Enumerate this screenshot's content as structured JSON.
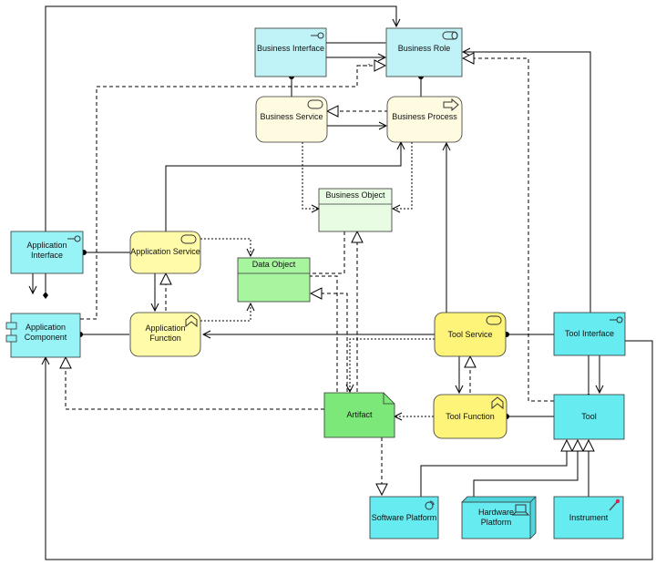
{
  "diagram": {
    "nodes": {
      "business_interface": {
        "label": [
          "Business Interface"
        ],
        "icon": "interface-icon",
        "fill": "#bff3f7"
      },
      "business_role": {
        "label": [
          "Business Role"
        ],
        "icon": "role-icon",
        "fill": "#bff3f7"
      },
      "business_service": {
        "label": [
          "Business Service"
        ],
        "icon": "service-icon",
        "fill": "#fffbe0"
      },
      "business_process": {
        "label": [
          "Business Process"
        ],
        "icon": "process-arrow-icon",
        "fill": "#fffbe0"
      },
      "business_object": {
        "label": [
          "Business Object"
        ],
        "icon": "",
        "fill": "#e8fbe3"
      },
      "application_interface": {
        "label": [
          "Application",
          "Interface"
        ],
        "icon": "interface-icon",
        "fill": "#98f3f7"
      },
      "application_component": {
        "label": [
          "Application",
          "Component"
        ],
        "icon": "component-icon",
        "fill": "#98f3f7"
      },
      "application_service": {
        "label": [
          "Application Service"
        ],
        "icon": "service-icon",
        "fill": "#fffba8"
      },
      "application_function": {
        "label": [
          "Application",
          "Function"
        ],
        "icon": "function-icon",
        "fill": "#fffba8"
      },
      "data_object": {
        "label": [
          "Data Object"
        ],
        "icon": "",
        "fill": "#a8f5a0"
      },
      "tool_service": {
        "label": [
          "Tool Service"
        ],
        "icon": "service-icon",
        "fill": "#fff47a"
      },
      "tool_interface": {
        "label": [
          "Tool Interface"
        ],
        "icon": "interface-icon",
        "fill": "#66ebf0"
      },
      "tool_function": {
        "label": [
          "Tool Function"
        ],
        "icon": "function-icon",
        "fill": "#fff47a"
      },
      "tool": {
        "label": [
          "Tool"
        ],
        "icon": "",
        "fill": "#66ebf0"
      },
      "artifact": {
        "label": [
          "Artifact"
        ],
        "icon": "",
        "fill": "#7de87a"
      },
      "software_platform": {
        "label": [
          "Software Platform"
        ],
        "icon": "system-software-icon",
        "fill": "#66ebf0"
      },
      "hardware_platform": {
        "label": [
          "Hardware",
          "Platform"
        ],
        "icon": "laptop-icon",
        "fill": "#66ebf0"
      },
      "instrument": {
        "label": [
          "Instrument"
        ],
        "icon": "pipette-icon",
        "fill": "#66ebf0"
      }
    },
    "colors": {
      "stroke": "#333333",
      "line": "#000000"
    }
  }
}
